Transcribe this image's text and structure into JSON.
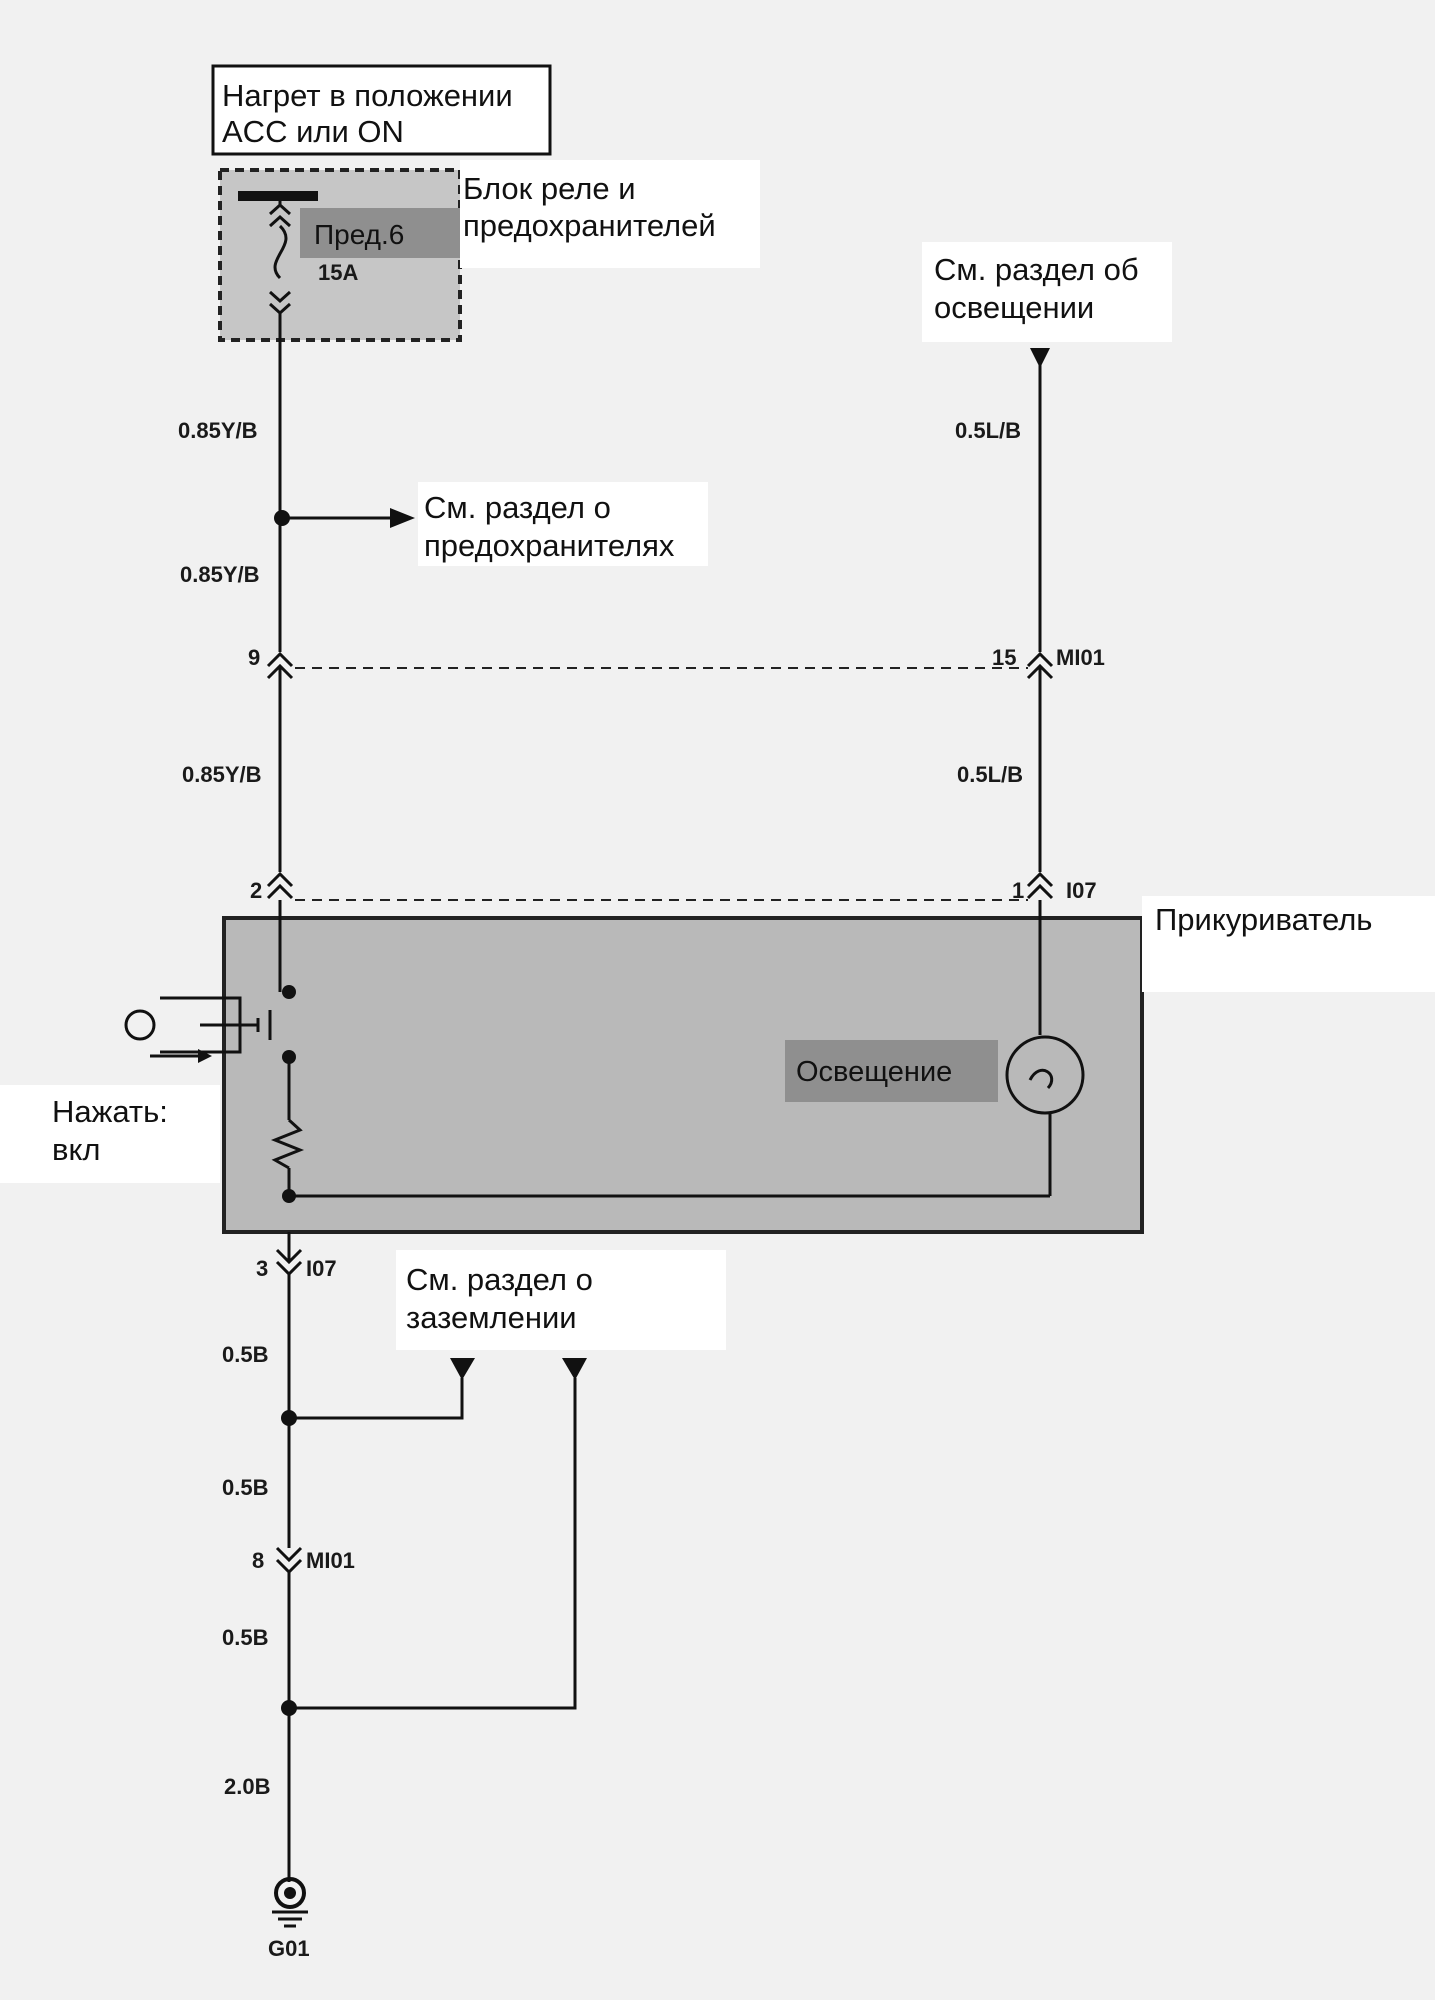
{
  "power": {
    "line1": "Нагрет в положении",
    "line2": "ACC или ON"
  },
  "fuse_box": {
    "line1": "Блок реле и",
    "line2": "предохранителей",
    "fuse_name": "Пред.6",
    "fuse_rating": "15A"
  },
  "lighting_ref": {
    "line1": "См. раздел об",
    "line2": "освещении"
  },
  "fuse_ref": {
    "line1": "См. раздел о",
    "line2": "предохранителях"
  },
  "ground_ref": {
    "line1": "См. раздел о",
    "line2": "заземлении"
  },
  "lighter": {
    "title": "Прикуриватель",
    "lamp": "Освещение"
  },
  "press": {
    "line1": "Нажать:",
    "line2": "вкл"
  },
  "wires": {
    "w1": "0.85Y/B",
    "w2": "0.85Y/B",
    "w3": "0.85Y/B",
    "l1": "0.5L/B",
    "l2": "0.5L/B",
    "b1": "0.5B",
    "b2": "0.5B",
    "b3": "0.5B",
    "b4": "2.0B"
  },
  "connectors": {
    "pin9": "9",
    "pin15": "15",
    "mi01_top": "MI01",
    "pin2": "2",
    "pin1": "1",
    "i07_top": "I07",
    "pin3": "3",
    "i07_bottom": "I07",
    "pin8": "8",
    "mi01_bottom": "MI01"
  },
  "ground": "G01"
}
